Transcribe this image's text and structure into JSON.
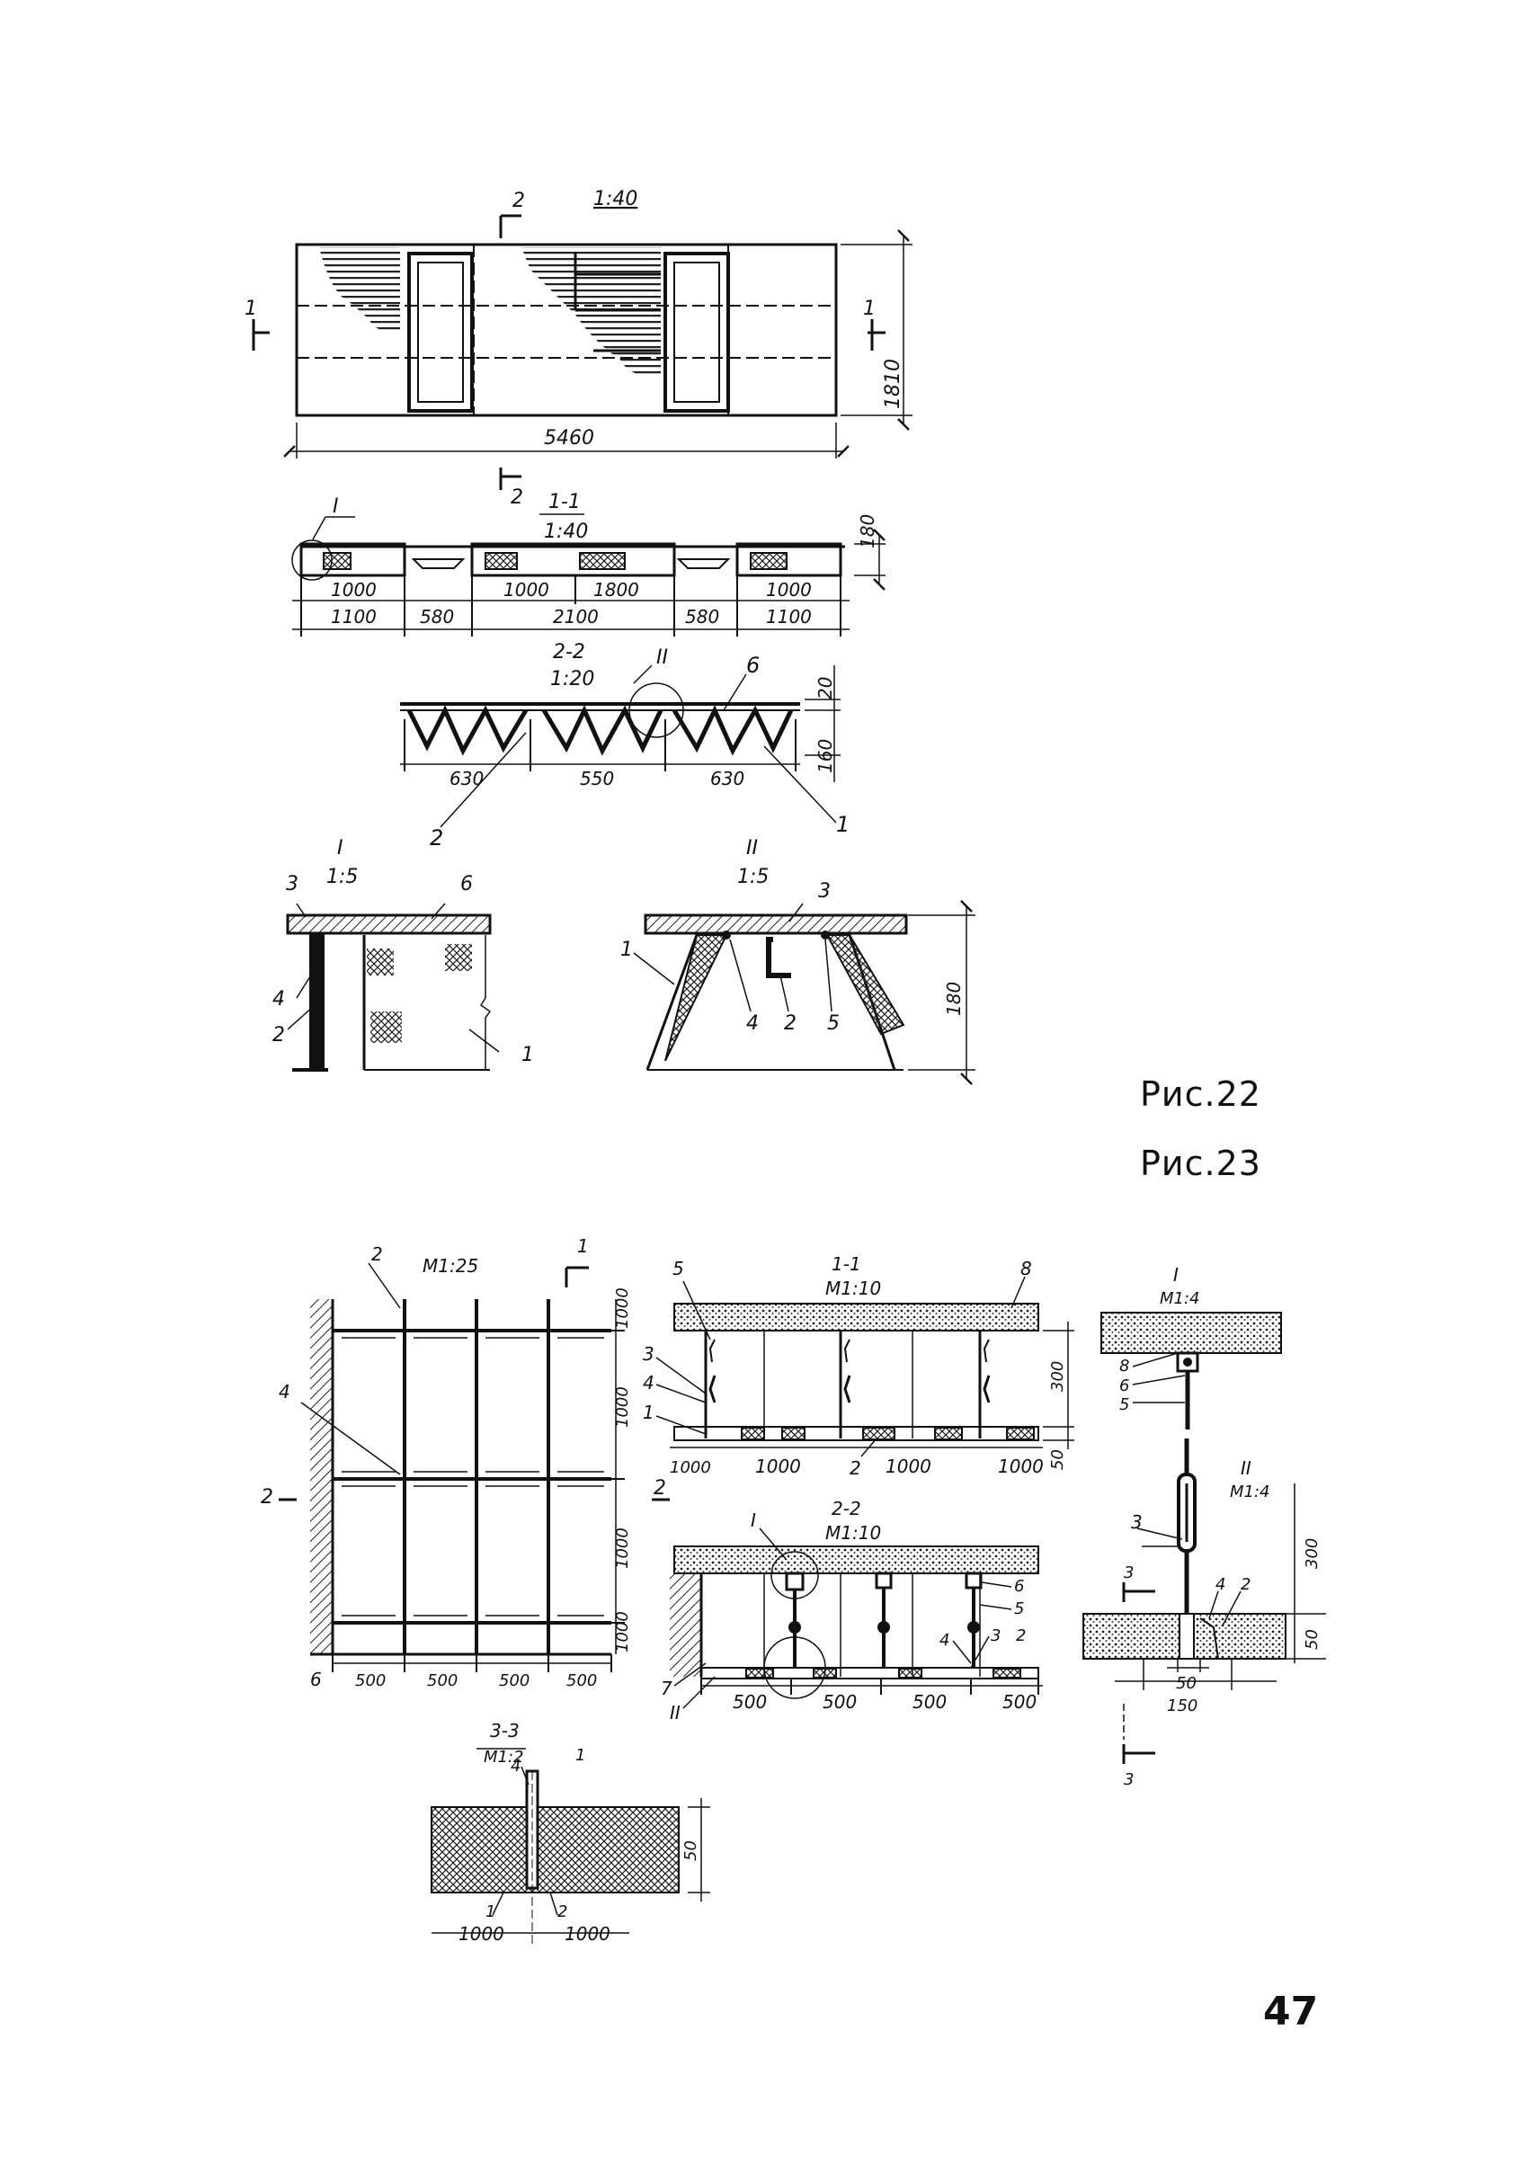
{
  "captions": {
    "fig22": "Рис.22",
    "fig23": "Рис.23"
  },
  "page_number": "47",
  "fig22": {
    "plan": {
      "scale": "1:40",
      "width": "5460",
      "height": "1810",
      "sect1": "1",
      "sect2": "2"
    },
    "section_1_1": {
      "title": "1-1",
      "scale": "1:40",
      "detail": "I",
      "height": "180",
      "dims_top": [
        "1000",
        "1000",
        "1800",
        "1000"
      ],
      "dims_bottom": [
        "1100",
        "580",
        "2100",
        "580",
        "1100"
      ]
    },
    "section_2_2": {
      "title": "2-2",
      "scale": "1:20",
      "detail": "II",
      "dims": [
        "630",
        "550",
        "630"
      ],
      "top_dim": "20",
      "side_dim": "160",
      "leaders": [
        "6",
        "2",
        "1"
      ]
    },
    "detail_I": {
      "title": "I",
      "scale": "1:5",
      "leaders": [
        "3",
        "6",
        "4",
        "2",
        "1"
      ]
    },
    "detail_II": {
      "title": "II",
      "scale": "1:5",
      "height": "180",
      "leaders": [
        "1",
        "3",
        "4",
        "2",
        "5"
      ]
    }
  },
  "fig23": {
    "plan": {
      "scale": "M1:25",
      "sect1": "1",
      "sect2": "2",
      "leaders": [
        "2",
        "4"
      ],
      "dims_bottom": [
        "500",
        "500",
        "500",
        "500"
      ],
      "wall_mark": "6",
      "dims_side": [
        "1000",
        "1000",
        "1000",
        "1000"
      ]
    },
    "section_1_1": {
      "title": "1-1",
      "scale": "M1:10",
      "dims": [
        "1000",
        "1000",
        "1000",
        "1000"
      ],
      "height": "300",
      "thk": "50",
      "leaders": [
        "5",
        "8",
        "3",
        "4",
        "1",
        "2"
      ]
    },
    "section_2_2": {
      "title": "2-2",
      "scale": "M1:10",
      "dims": [
        "500",
        "500",
        "500",
        "500"
      ],
      "leaders": [
        "I",
        "6",
        "5",
        "3",
        "2",
        "4",
        "7",
        "II"
      ]
    },
    "detail_I": {
      "title": "I",
      "scale": "M1:4",
      "leaders": [
        "8",
        "6",
        "5"
      ]
    },
    "detail_II": {
      "title": "II",
      "scale": "M1:4",
      "height": "300",
      "thk": "50",
      "dims": [
        "50",
        "150"
      ],
      "leaders": [
        "3",
        "4",
        "2"
      ],
      "sect": "3"
    },
    "section_3_3": {
      "title": "3-3",
      "scale": "M1:2",
      "dims": [
        "1000",
        "1000"
      ],
      "thk": "50",
      "leaders": [
        "4",
        "1",
        "2"
      ],
      "mark": "1"
    }
  }
}
